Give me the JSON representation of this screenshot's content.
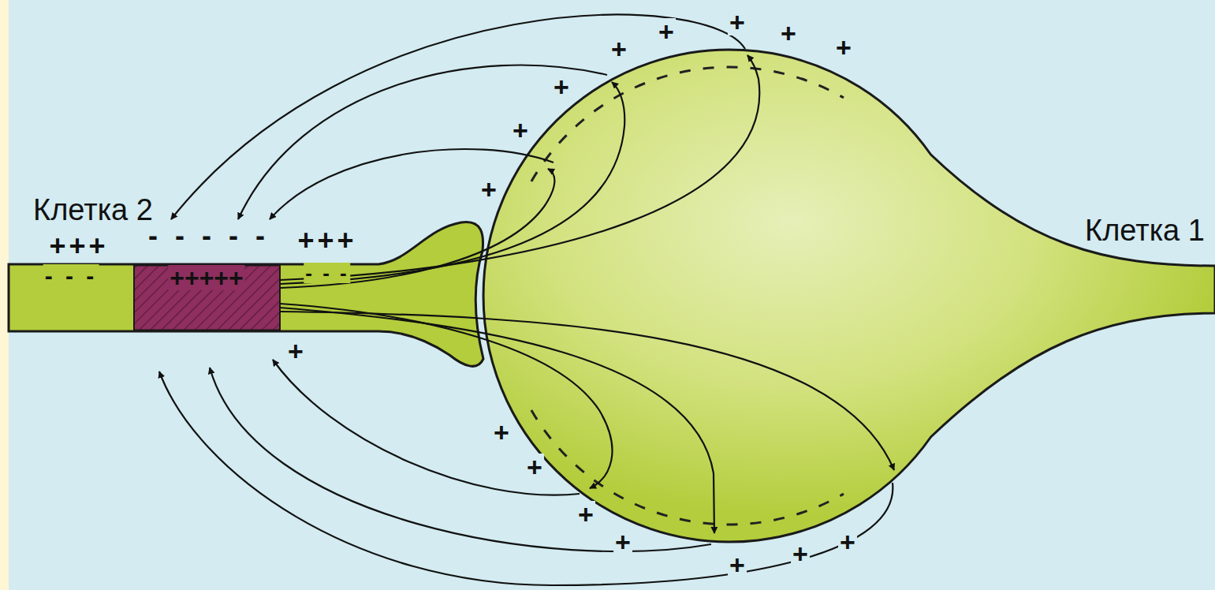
{
  "diagram": {
    "labels": [
      "Клетка 2",
      "Клетка 1",
      "+++",
      "- - - - -",
      "+++",
      "- - -",
      "+++++",
      "- - -",
      "+",
      "+",
      "+",
      "+",
      "+",
      "+",
      "+",
      "+",
      "+",
      "+",
      "+",
      "+",
      "+",
      "+",
      "+",
      "+"
    ]
  }
}
